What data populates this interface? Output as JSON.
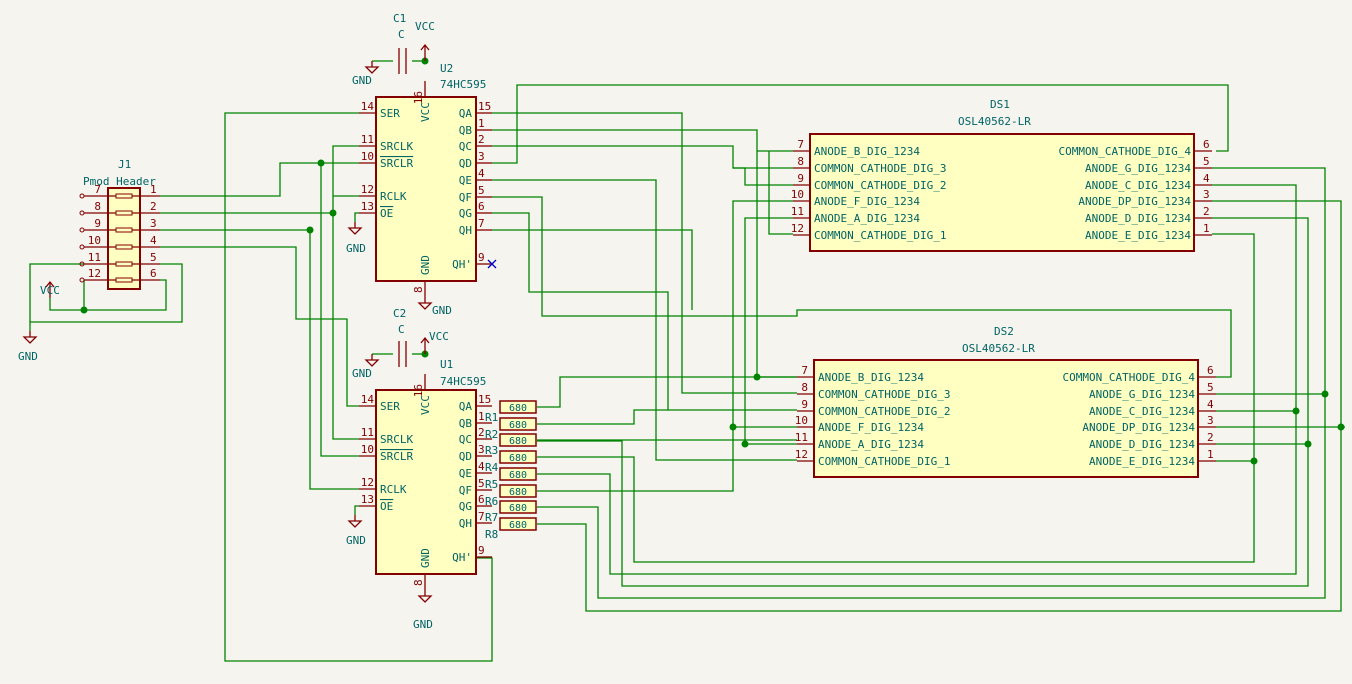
{
  "colors": {
    "background": "#f5f4ef",
    "wire": "#008400",
    "component_outline": "#840000",
    "component_fill": "#ffffc2",
    "label_text": "#006464",
    "pin_number_text": "#840000"
  },
  "header_j1": {
    "ref": "J1",
    "value": "Pmod_Header",
    "left_pins": [
      "7",
      "8",
      "9",
      "10",
      "11",
      "12"
    ],
    "right_pins": [
      "1",
      "2",
      "3",
      "4",
      "5",
      "6"
    ]
  },
  "u2": {
    "ref": "U2",
    "value": "74HC595",
    "vcc_pin": "16",
    "gnd_pin": "8",
    "vcc_label": "VCC",
    "gnd_label": "GND",
    "left_pins": [
      {
        "num": "14",
        "name": "SER"
      },
      {
        "num": "11",
        "name": "SRCLK"
      },
      {
        "num": "10",
        "name": "SRCLR"
      },
      {
        "num": "12",
        "name": "RCLK"
      },
      {
        "num": "13",
        "name": "OE"
      }
    ],
    "right_pins": [
      {
        "num": "15",
        "name": "QA"
      },
      {
        "num": "1",
        "name": "QB"
      },
      {
        "num": "2",
        "name": "QC"
      },
      {
        "num": "3",
        "name": "QD"
      },
      {
        "num": "4",
        "name": "QE"
      },
      {
        "num": "5",
        "name": "QF"
      },
      {
        "num": "6",
        "name": "QG"
      },
      {
        "num": "7",
        "name": "QH"
      },
      {
        "num": "9",
        "name": "QH'"
      }
    ]
  },
  "u1": {
    "ref": "U1",
    "value": "74HC595",
    "vcc_pin": "16",
    "gnd_pin": "8",
    "vcc_label": "VCC",
    "gnd_label": "GND",
    "left_pins": [
      {
        "num": "14",
        "name": "SER"
      },
      {
        "num": "11",
        "name": "SRCLK"
      },
      {
        "num": "10",
        "name": "SRCLR"
      },
      {
        "num": "12",
        "name": "RCLK"
      },
      {
        "num": "13",
        "name": "OE"
      }
    ],
    "right_pins": [
      {
        "num": "15",
        "name": "QA"
      },
      {
        "num": "1",
        "name": "QB"
      },
      {
        "num": "2",
        "name": "QC"
      },
      {
        "num": "3",
        "name": "QD"
      },
      {
        "num": "4",
        "name": "QE"
      },
      {
        "num": "5",
        "name": "QF"
      },
      {
        "num": "6",
        "name": "QG"
      },
      {
        "num": "7",
        "name": "QH"
      },
      {
        "num": "9",
        "name": "QH'"
      }
    ]
  },
  "c1": {
    "ref": "C1",
    "value": "C"
  },
  "c2": {
    "ref": "C2",
    "value": "C"
  },
  "ds1": {
    "ref": "DS1",
    "value": "OSL40562-LR",
    "left_pins": [
      {
        "num": "7",
        "name": "ANODE_B_DIG_1234"
      },
      {
        "num": "8",
        "name": "COMMON_CATHODE_DIG_3"
      },
      {
        "num": "9",
        "name": "COMMON_CATHODE_DIG_2"
      },
      {
        "num": "10",
        "name": "ANODE_F_DIG_1234"
      },
      {
        "num": "11",
        "name": "ANODE_A_DIG_1234"
      },
      {
        "num": "12",
        "name": "COMMON_CATHODE_DIG_1"
      }
    ],
    "right_pins": [
      {
        "num": "6",
        "name": "COMMON_CATHODE_DIG_4"
      },
      {
        "num": "5",
        "name": "ANODE_G_DIG_1234"
      },
      {
        "num": "4",
        "name": "ANODE_C_DIG_1234"
      },
      {
        "num": "3",
        "name": "ANODE_DP_DIG_1234"
      },
      {
        "num": "2",
        "name": "ANODE_D_DIG_1234"
      },
      {
        "num": "1",
        "name": "ANODE_E_DIG_1234"
      }
    ]
  },
  "ds2": {
    "ref": "DS2",
    "value": "OSL40562-LR",
    "left_pins": [
      {
        "num": "7",
        "name": "ANODE_B_DIG_1234"
      },
      {
        "num": "8",
        "name": "COMMON_CATHODE_DIG_3"
      },
      {
        "num": "9",
        "name": "COMMON_CATHODE_DIG_2"
      },
      {
        "num": "10",
        "name": "ANODE_F_DIG_1234"
      },
      {
        "num": "11",
        "name": "ANODE_A_DIG_1234"
      },
      {
        "num": "12",
        "name": "COMMON_CATHODE_DIG_1"
      }
    ],
    "right_pins": [
      {
        "num": "6",
        "name": "COMMON_CATHODE_DIG_4"
      },
      {
        "num": "5",
        "name": "ANODE_G_DIG_1234"
      },
      {
        "num": "4",
        "name": "ANODE_C_DIG_1234"
      },
      {
        "num": "3",
        "name": "ANODE_DP_DIG_1234"
      },
      {
        "num": "2",
        "name": "ANODE_D_DIG_1234"
      },
      {
        "num": "1",
        "name": "ANODE_E_DIG_1234"
      }
    ]
  },
  "resistors": [
    {
      "ref": "R1",
      "value": "680"
    },
    {
      "ref": "R2",
      "value": "680"
    },
    {
      "ref": "R3",
      "value": "680"
    },
    {
      "ref": "R4",
      "value": "680"
    },
    {
      "ref": "R5",
      "value": "680"
    },
    {
      "ref": "R6",
      "value": "680"
    },
    {
      "ref": "R7",
      "value": "680"
    },
    {
      "ref": "R8",
      "value": "680"
    }
  ],
  "power": {
    "vcc": "VCC",
    "gnd": "GND"
  }
}
